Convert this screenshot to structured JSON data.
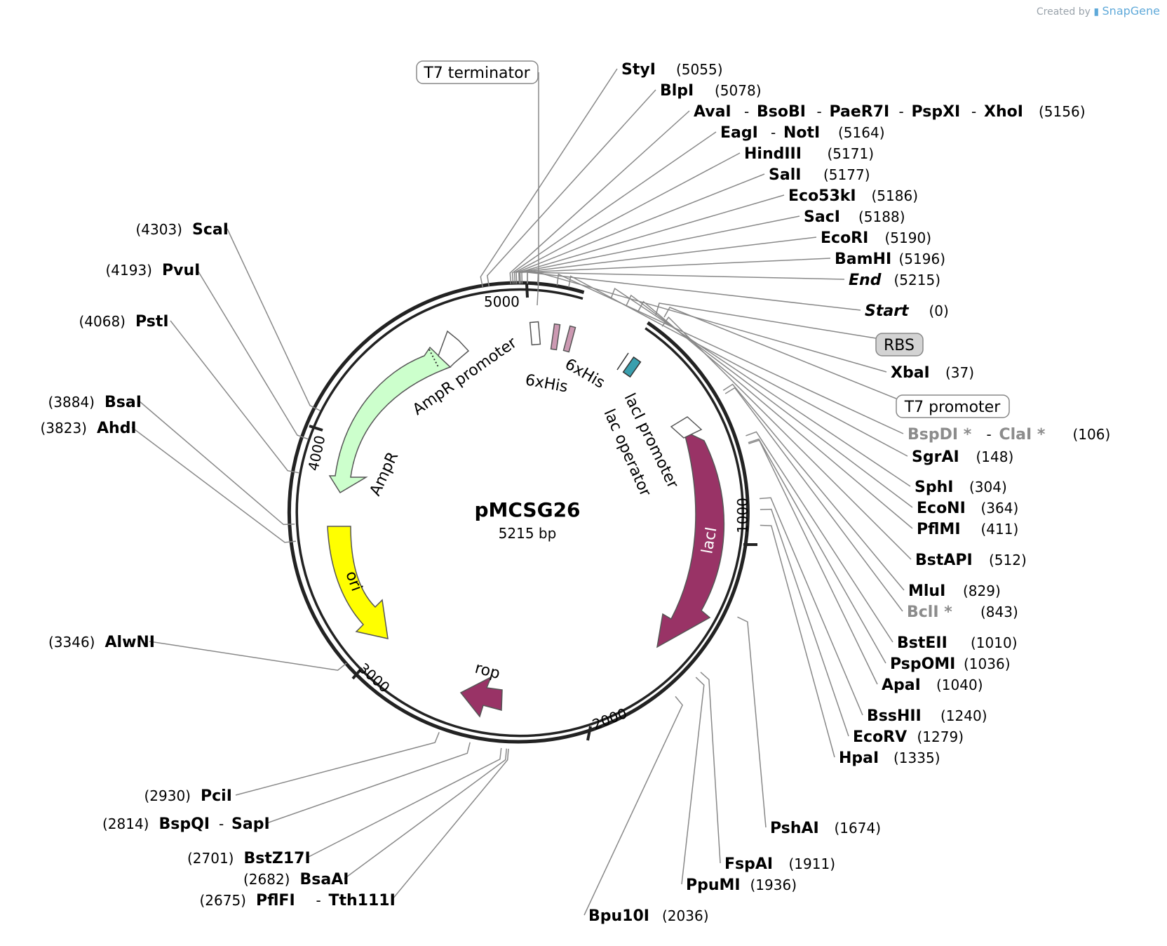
{
  "credit": {
    "prefix": "Created by",
    "brand": "SnapGene"
  },
  "plasmid": {
    "name": "pMCSG26",
    "length_label": "5215 bp"
  },
  "ticks": [
    "1000",
    "2000",
    "3000",
    "4000",
    "5000"
  ],
  "features": {
    "t7_terminator": "T7 terminator",
    "rbs": "RBS",
    "t7_promoter": "T7 promoter",
    "his1": "6xHis",
    "his2": "6xHis",
    "ampr_promoter": "AmpR promoter",
    "ampr": "AmpR",
    "ori": "ori",
    "rop": "rop",
    "laci": "lacI",
    "laci_promoter": "lacI promoter",
    "lac_operator": "lac operator"
  },
  "sites_right": [
    {
      "names": [
        "StyI"
      ],
      "pos": "(5055)"
    },
    {
      "names": [
        "BlpI"
      ],
      "pos": "(5078)"
    },
    {
      "names": [
        "AvaI",
        "BsoBI",
        "PaeR7I",
        "PspXI",
        "XhoI"
      ],
      "pos": "(5156)"
    },
    {
      "names": [
        "EagI",
        "NotI"
      ],
      "pos": "(5164)"
    },
    {
      "names": [
        "HindIII"
      ],
      "pos": "(5171)"
    },
    {
      "names": [
        "SalI"
      ],
      "pos": "(5177)"
    },
    {
      "names": [
        "Eco53kI"
      ],
      "pos": "(5186)"
    },
    {
      "names": [
        "SacI"
      ],
      "pos": "(5188)"
    },
    {
      "names": [
        "EcoRI"
      ],
      "pos": "(5190)"
    },
    {
      "names": [
        "BamHI"
      ],
      "pos": "(5196)"
    },
    {
      "names": [
        "End"
      ],
      "pos": "(5215)"
    },
    {
      "names": [
        "Start"
      ],
      "pos": "(0)"
    },
    {
      "names": [
        "XbaI"
      ],
      "pos": "(37)"
    },
    {
      "names": [
        "BspDI *",
        "ClaI *"
      ],
      "pos": "(106)"
    },
    {
      "names": [
        "SgrAI"
      ],
      "pos": "(148)"
    },
    {
      "names": [
        "SphI"
      ],
      "pos": "(304)"
    },
    {
      "names": [
        "EcoNI"
      ],
      "pos": "(364)"
    },
    {
      "names": [
        "PflMI"
      ],
      "pos": "(411)"
    },
    {
      "names": [
        "BstAPI"
      ],
      "pos": "(512)"
    },
    {
      "names": [
        "MluI"
      ],
      "pos": "(829)"
    },
    {
      "names": [
        "BclI *"
      ],
      "pos": "(843)"
    },
    {
      "names": [
        "BstEII"
      ],
      "pos": "(1010)"
    },
    {
      "names": [
        "PspOMI"
      ],
      "pos": "(1036)"
    },
    {
      "names": [
        "ApaI"
      ],
      "pos": "(1040)"
    },
    {
      "names": [
        "BssHII"
      ],
      "pos": "(1240)"
    },
    {
      "names": [
        "EcoRV"
      ],
      "pos": "(1279)"
    },
    {
      "names": [
        "HpaI"
      ],
      "pos": "(1335)"
    },
    {
      "names": [
        "PshAI"
      ],
      "pos": "(1674)"
    },
    {
      "names": [
        "FspAI"
      ],
      "pos": "(1911)"
    },
    {
      "names": [
        "PpuMI"
      ],
      "pos": "(1936)"
    },
    {
      "names": [
        "Bpu10I"
      ],
      "pos": "(2036)"
    }
  ],
  "sites_left": [
    {
      "names": [
        "ScaI"
      ],
      "pos": "(4303)"
    },
    {
      "names": [
        "PvuI"
      ],
      "pos": "(4193)"
    },
    {
      "names": [
        "PstI"
      ],
      "pos": "(4068)"
    },
    {
      "names": [
        "BsaI"
      ],
      "pos": "(3884)"
    },
    {
      "names": [
        "AhdI"
      ],
      "pos": "(3823)"
    },
    {
      "names": [
        "AlwNI"
      ],
      "pos": "(3346)"
    },
    {
      "names": [
        "PciI"
      ],
      "pos": "(2930)"
    },
    {
      "names": [
        "BspQI",
        "SapI"
      ],
      "pos": "(2814)"
    },
    {
      "names": [
        "BstZ17I"
      ],
      "pos": "(2701)"
    },
    {
      "names": [
        "BsaAI"
      ],
      "pos": "(2682)"
    },
    {
      "names": [
        "PflFI",
        "Tth111I"
      ],
      "pos": "(2675)"
    }
  ],
  "colors": {
    "backbone": "#222222",
    "ampr": "#ccffcc",
    "ori": "#ffff00",
    "laci": "#993366",
    "rop": "#993366",
    "his_tag": "#cc99b2",
    "lac_operator": "#3a9fae",
    "rbs_fill": "#d3d3d3",
    "leader": "#888888",
    "gray_site": "#8c8c8c"
  }
}
